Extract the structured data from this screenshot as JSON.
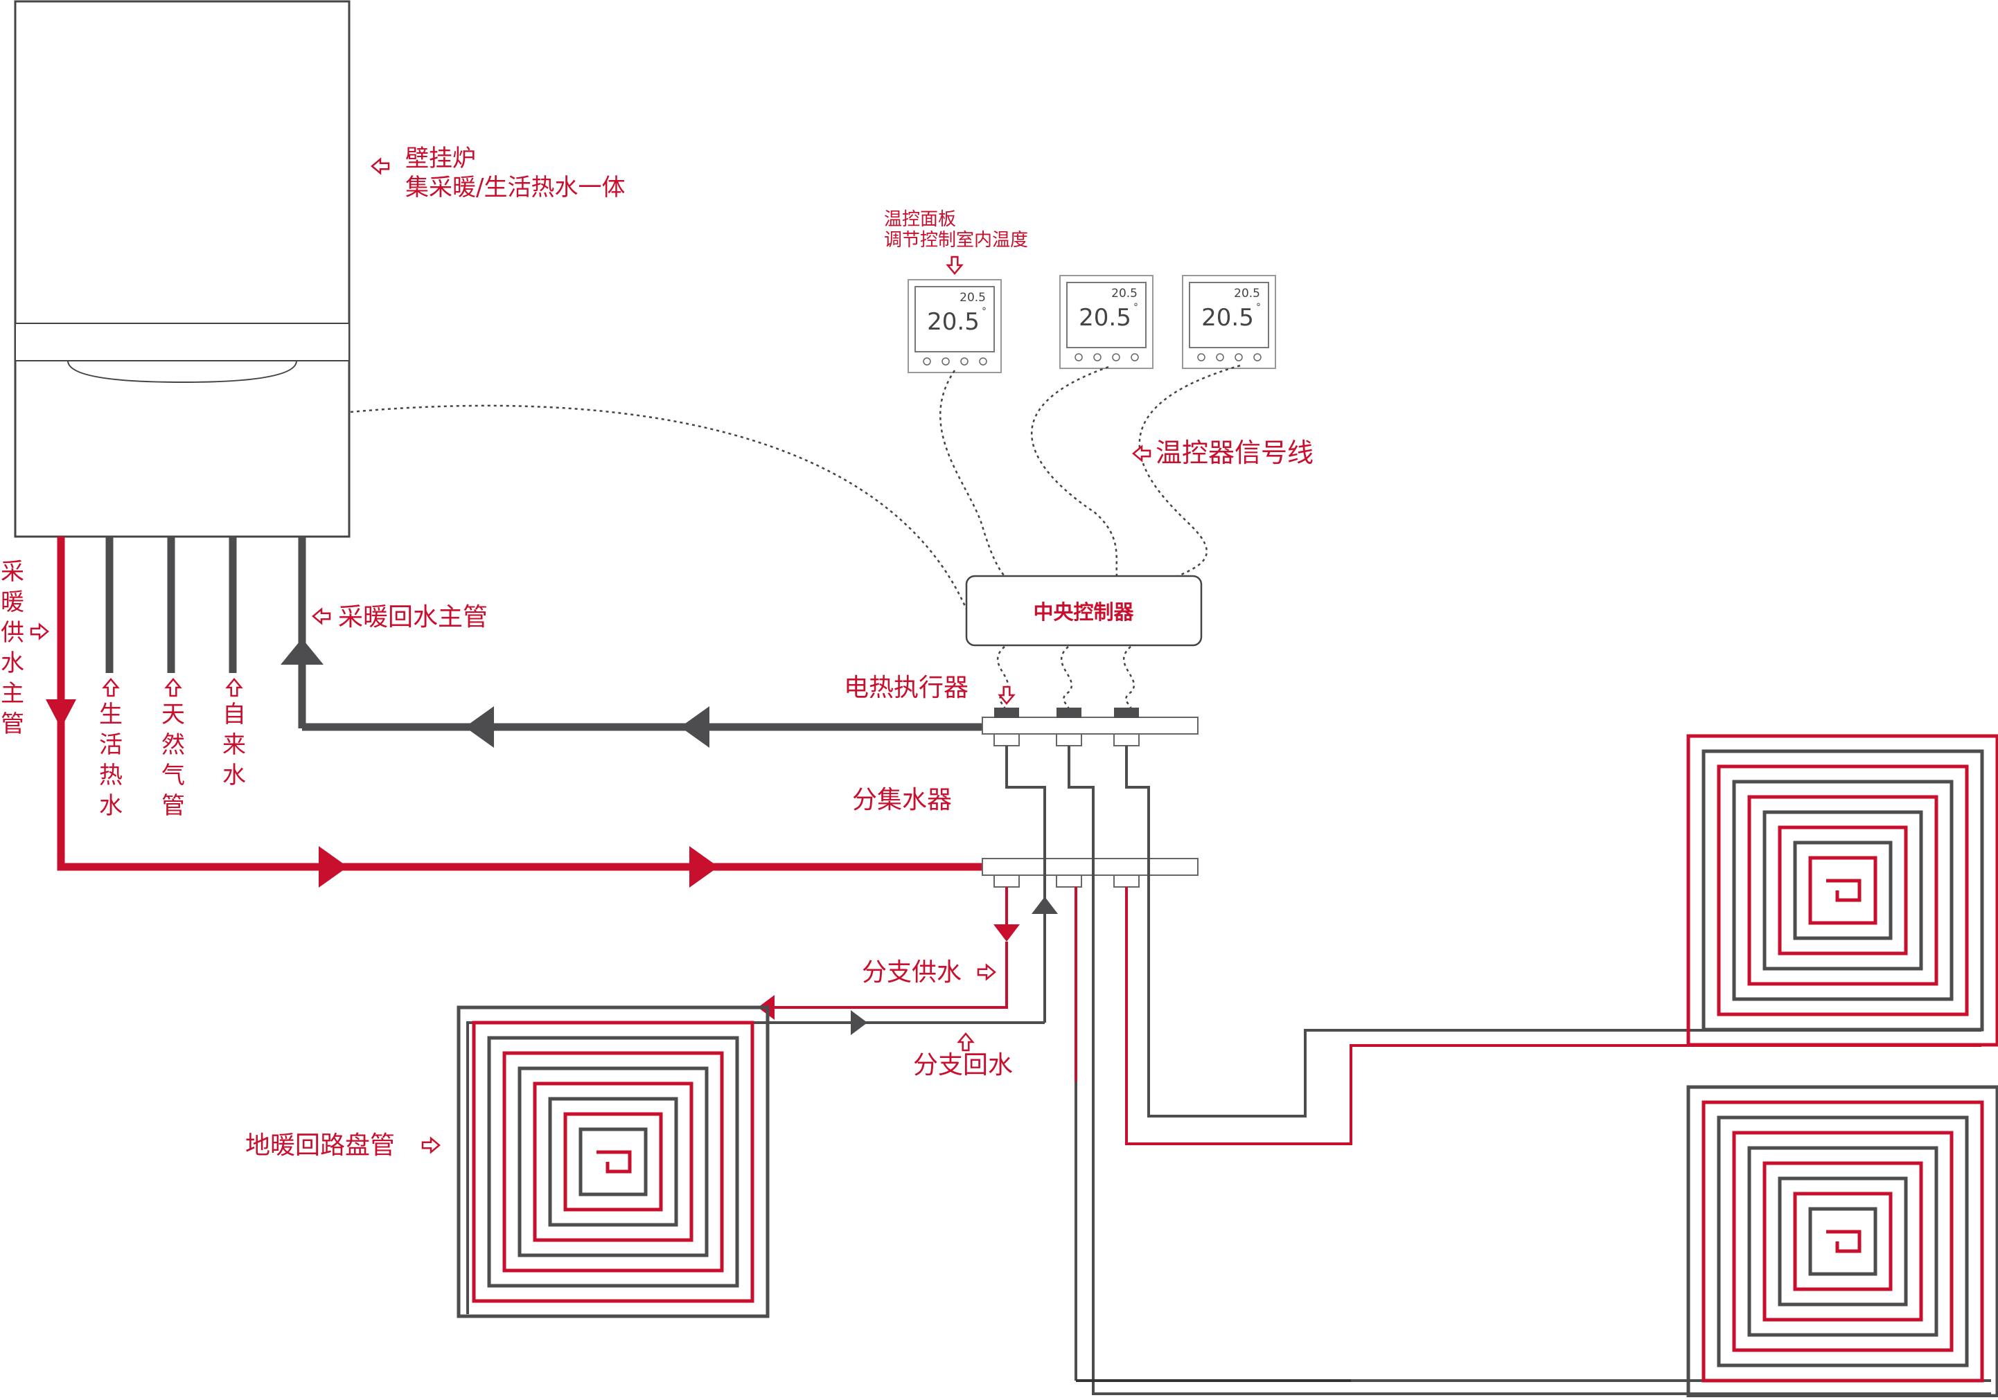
{
  "colors": {
    "red": "#c8102e",
    "dark": "#4d4d4f",
    "line": "#444444",
    "frame": "#999999"
  },
  "boiler": {
    "name": "壁挂炉",
    "desc": "集采暖/生活热水一体"
  },
  "thermostat_label": {
    "line1": "温控面板",
    "line2": "调节控制室内温度"
  },
  "thermostats": [
    {
      "main": "20.5",
      "small": "20.5",
      "unit": "°"
    },
    {
      "main": "20.5",
      "small": "20.5",
      "unit": "°"
    },
    {
      "main": "20.5",
      "small": "20.5",
      "unit": "°"
    }
  ],
  "labels": {
    "signal_wire": "温控器信号线",
    "controller": "中央控制器",
    "return_main": "采暖回水主管",
    "supply_main": "采暖供水主管",
    "domestic_hot_water": "生活热水",
    "gas_pipe": "天然气管",
    "tap_water": "自来水",
    "actuator": "电热执行器",
    "manifold": "分集水器",
    "branch_supply": "分支供水",
    "branch_return": "分支回水",
    "floor_coil": "地暖回路盘管"
  },
  "icons": {
    "pointer": "hollow-arrow-icon",
    "flow": "triangle-arrow-icon"
  }
}
